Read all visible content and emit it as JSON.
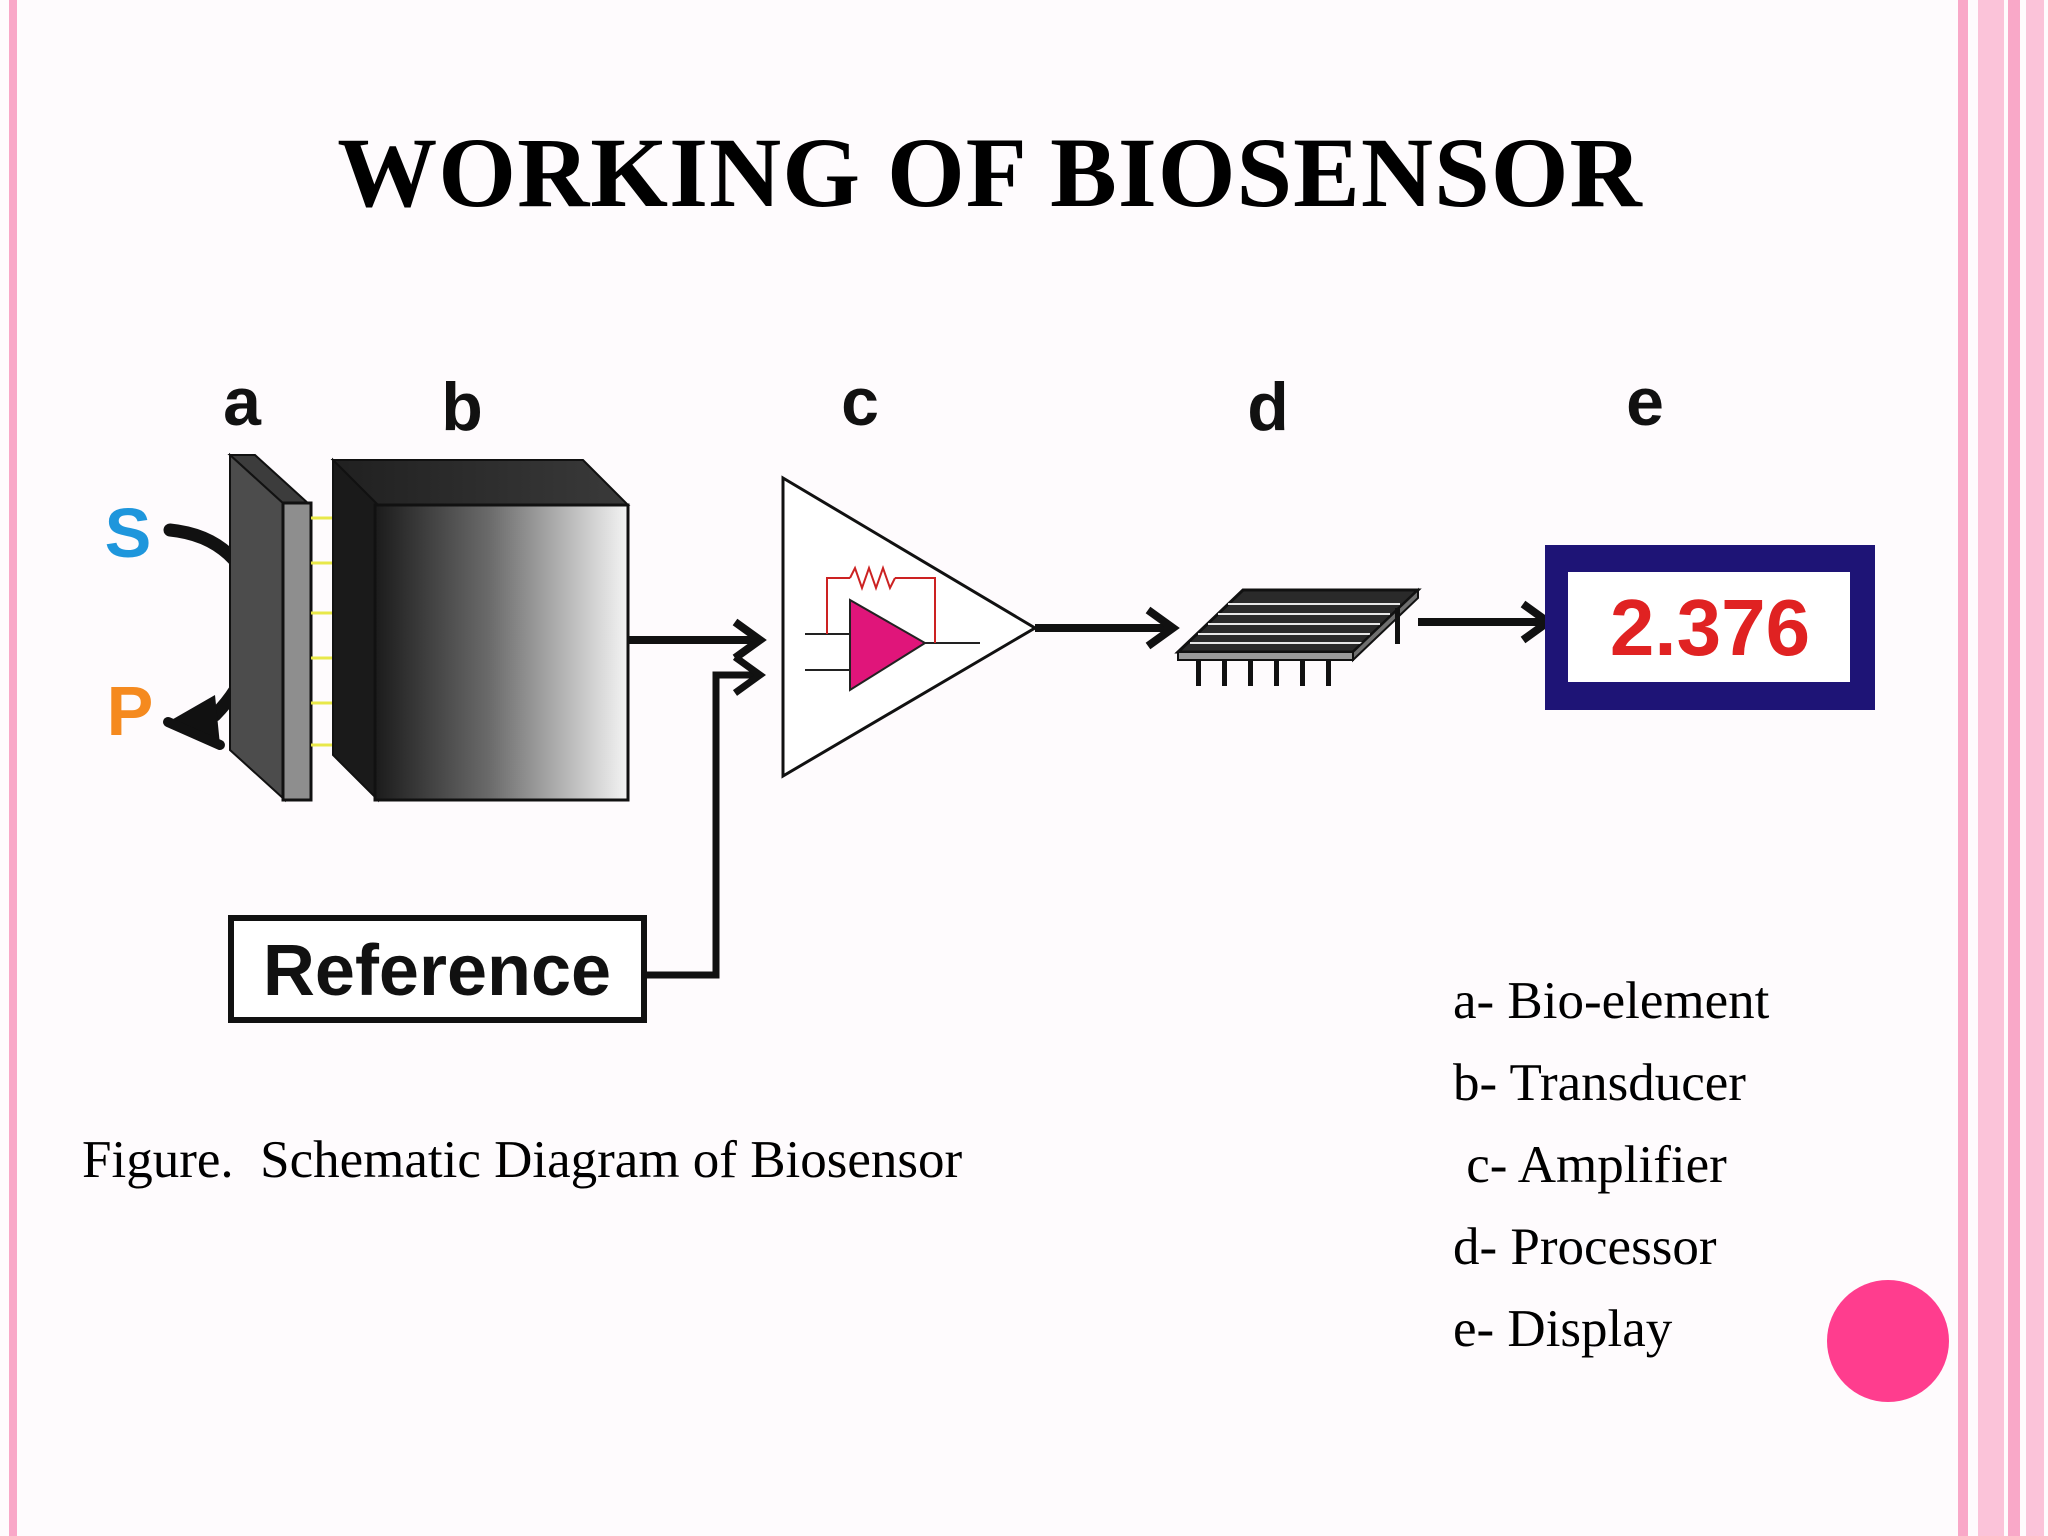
{
  "slide": {
    "title": "WORKING OF BIOSENSOR",
    "caption": "Figure.  Schematic Diagram of Biosensor",
    "colors": {
      "background": "#fefbfd",
      "border_pink": "#f9a8c8",
      "accent_circle": "#ff3d8e",
      "substrate_blue": "#1e96dc",
      "product_orange": "#f58a1f",
      "amplifier_magenta": "#e0157a",
      "display_frame": "#1e1476",
      "display_value": "#e02222"
    }
  },
  "diagram": {
    "component_labels": [
      "a",
      "b",
      "c",
      "d",
      "e"
    ],
    "substrate_label": "S",
    "product_label": "P",
    "reference_label": "Reference",
    "display_value": "2.376"
  },
  "legend": {
    "items": [
      "a- Bio-element",
      "b- Transducer",
      " c- Amplifier",
      "d- Processor",
      "e- Display"
    ]
  }
}
